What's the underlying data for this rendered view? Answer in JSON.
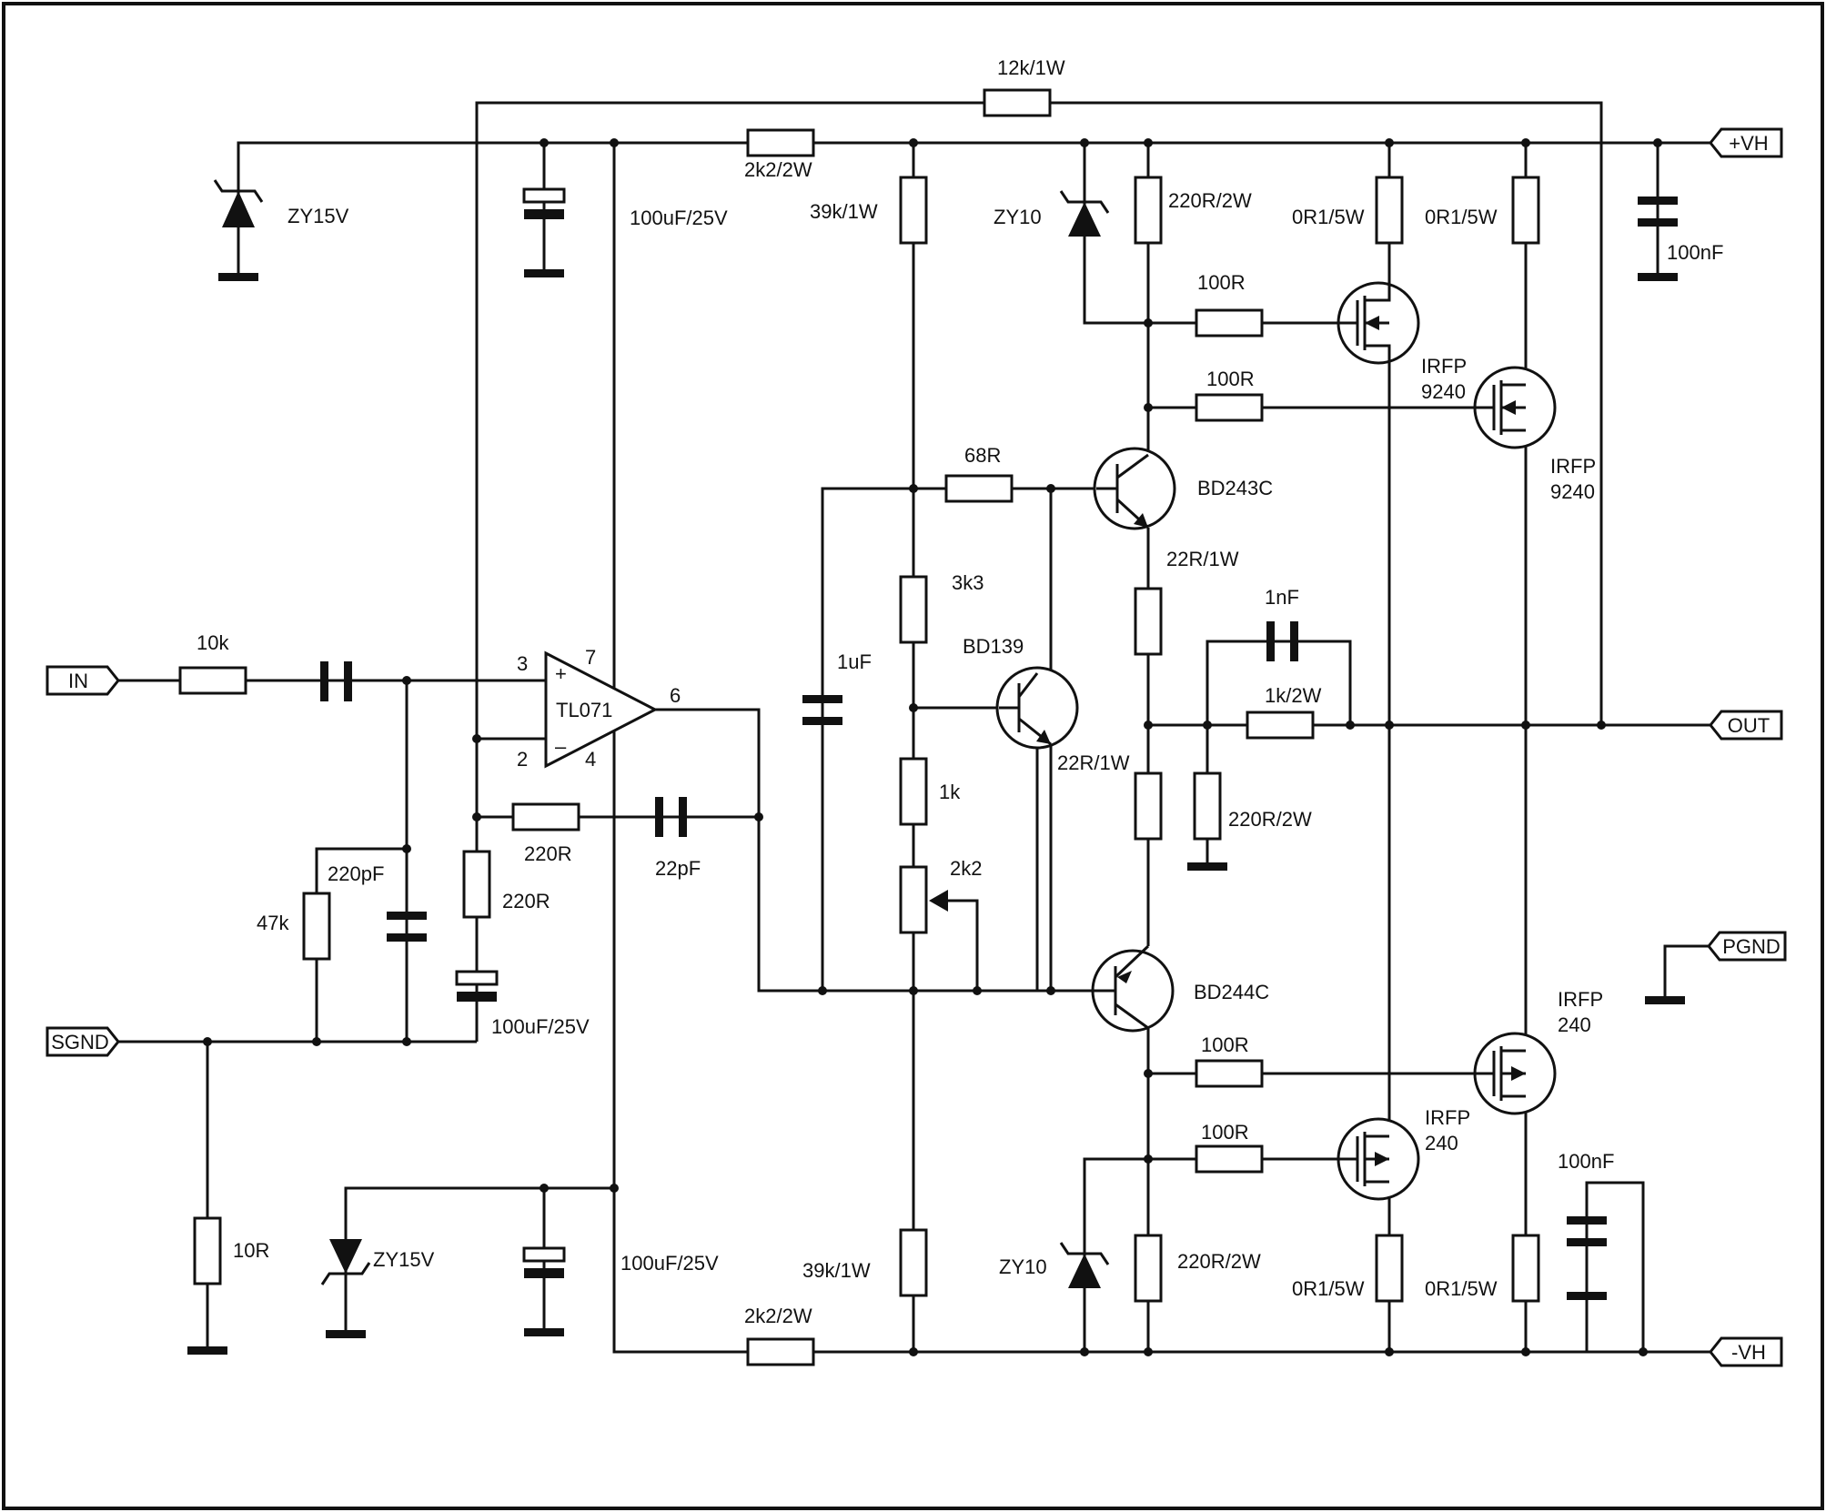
{
  "ports": {
    "in": "IN",
    "sgnd": "SGND",
    "vh_pos": "+VH",
    "vh_neg": "-VH",
    "out": "OUT",
    "pgnd": "PGND"
  },
  "opamp": {
    "name": "TL071",
    "pin_noninv": "3",
    "pin_inv": "2",
    "pin_out": "6",
    "pin_vpos": "7",
    "pin_vneg": "4",
    "plus": "+",
    "minus": "–"
  },
  "labels": {
    "r_12k": "12k/1W",
    "r_2k2_top": "2k2/2W",
    "c_100u_top": "100uF/25V",
    "zy15_top": "ZY15V",
    "r_39k_top": "39k/1W",
    "zy10_top": "ZY10",
    "r_220r_top": "220R/2W",
    "r_0r1_top1": "0R1/5W",
    "r_0r1_top2": "0R1/5W",
    "c_100n_top": "100nF",
    "r_100r_1": "100R",
    "r_100r_2": "100R",
    "irfp9240_a_1": "IRFP",
    "irfp9240_a_2": "9240",
    "irfp9240_b_1": "IRFP",
    "irfp9240_b_2": "9240",
    "r_68r": "68R",
    "bd243c": "BD243C",
    "r_22r_1": "22R/1W",
    "c_1nf": "1nF",
    "r_1k_2w": "1k/2W",
    "r_3k3": "3k3",
    "bd139": "BD139",
    "c_1uf": "1uF",
    "r_22r_2": "22R/1W",
    "r_1k": "1k",
    "r_220r_2w_mid": "220R/2W",
    "r_10k": "10k",
    "r_220r_fb": "220R",
    "c_22pf": "22pF",
    "c_220pf": "220pF",
    "r_47k": "47k",
    "r_220r_b": "220R",
    "pot_2k2": "2k2",
    "c_100u_fb": "100uF/25V",
    "bd244c": "BD244C",
    "irfp240_a_1": "IRFP",
    "irfp240_a_2": "240",
    "r_100r_3": "100R",
    "r_100r_4": "100R",
    "irfp240_b_1": "IRFP",
    "irfp240_b_2": "240",
    "c_100n_bot": "100nF",
    "r_10r": "10R",
    "zy15_bot": "ZY15V",
    "c_100u_bot": "100uF/25V",
    "r_39k_bot": "39k/1W",
    "zy10_bot": "ZY10",
    "r_220r_bot": "220R/2W",
    "r_0r1_bot1": "0R1/5W",
    "r_0r1_bot2": "0R1/5W",
    "r_2k2_bot": "2k2/2W"
  }
}
